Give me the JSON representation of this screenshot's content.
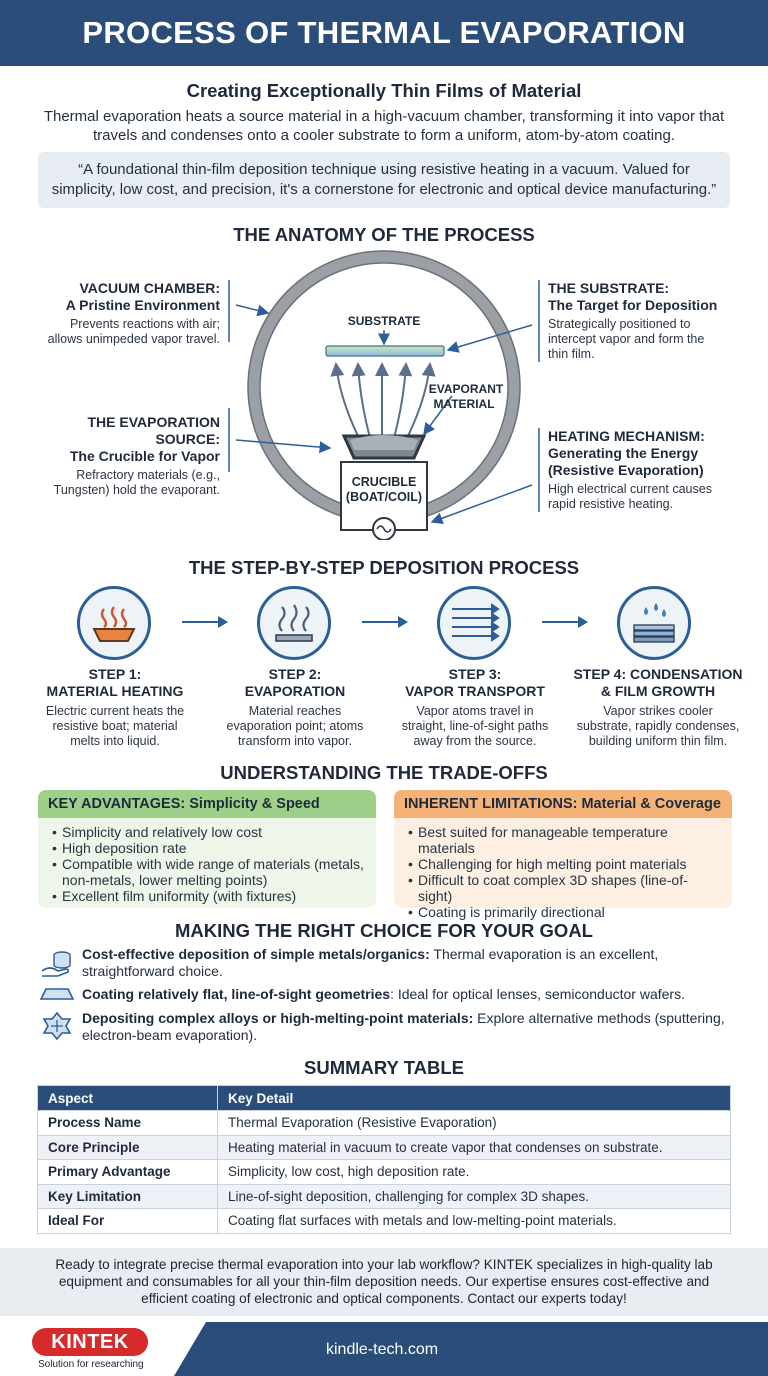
{
  "header": {
    "title": "PROCESS OF THERMAL EVAPORATION"
  },
  "intro": {
    "subtitle": "Creating Exceptionally Thin Films of Material",
    "body_line1": "Thermal evaporation heats a source material in a high-vacuum chamber, transforming it into vapor that",
    "body_line2": "travels and condenses onto a cooler substrate to form a uniform, atom-by-atom coating.",
    "quote_line1": "“A foundational thin-film deposition technique using resistive heating in a vacuum. Valued for",
    "quote_line2": "simplicity, low cost, and precision, it's a cornerstone for electronic and optical device manufacturing.”"
  },
  "anatomy": {
    "heading": "THE ANATOMY OF THE PROCESS",
    "vacuum": {
      "title1": "VACUUM CHAMBER:",
      "title2": "A Pristine Environment",
      "desc1": "Prevents reactions with air;",
      "desc2": "allows unimpeded vapor travel."
    },
    "source": {
      "title1": "THE EVAPORATION SOURCE:",
      "title2": "The Crucible for Vapor",
      "desc1": "Refractory materials (e.g.,",
      "desc2": "Tungsten) hold the evaporant."
    },
    "substrate": {
      "title1": "THE SUBSTRATE:",
      "title2": "The Target for Deposition",
      "desc1": "Strategically positioned to",
      "desc2": "intercept vapor and form the",
      "desc3": "thin film."
    },
    "heating": {
      "title1": "HEATING MECHANISM:",
      "title2": "Generating the Energy",
      "title3": "(Resistive Evaporation)",
      "desc1": "High electrical current causes",
      "desc2": "rapid resistive heating."
    },
    "diagram": {
      "substrate_label": "SUBSTRATE",
      "evaporant_label1": "EVAPORANT",
      "evaporant_label2": "MATERIAL",
      "crucible_label1": "CRUCIBLE",
      "crucible_label2": "(BOAT/COIL)"
    }
  },
  "steps": {
    "heading": "THE STEP-BY-STEP DEPOSITION PROCESS",
    "items": [
      {
        "title1": "STEP 1:",
        "title2": "MATERIAL HEATING",
        "desc1": "Electric current heats the",
        "desc2": "resistive boat; material",
        "desc3": "melts into liquid.",
        "icon": "heating-icon"
      },
      {
        "title1": "STEP 2:",
        "title2": "EVAPORATION",
        "desc1": "Material reaches",
        "desc2": "evaporation point; atoms",
        "desc3": "transform into vapor.",
        "icon": "evaporation-icon"
      },
      {
        "title1": "STEP 3:",
        "title2": "VAPOR TRANSPORT",
        "desc1": "Vapor atoms travel in",
        "desc2": "straight, line-of-sight paths",
        "desc3": "away from the source.",
        "icon": "vapor-transport-icon"
      },
      {
        "title1": "STEP 4: CONDENSATION",
        "title2": "& FILM GROWTH",
        "desc1": "Vapor strikes cooler",
        "desc2": "substrate, rapidly condenses,",
        "desc3": "building uniform thin film.",
        "icon": "condensation-icon"
      }
    ]
  },
  "tradeoffs": {
    "heading": "UNDERSTANDING THE TRADE-OFFS",
    "advantages": {
      "title": "KEY ADVANTAGES: Simplicity & Speed",
      "items": [
        "Simplicity and relatively low cost",
        "High deposition rate",
        "Compatible with wide range of materials (metals, non-metals, lower melting points)",
        "Excellent film uniformity (with fixtures)"
      ]
    },
    "limitations": {
      "title": "INHERENT LIMITATIONS: Material & Coverage",
      "items": [
        "Best suited for manageable temperature materials",
        "Challenging for high melting point materials",
        "Difficult to coat complex 3D shapes (line-of-sight)",
        "Coating is primarily directional"
      ]
    }
  },
  "choice": {
    "heading": "MAKING THE RIGHT CHOICE FOR YOUR GOAL",
    "items": [
      {
        "bold": "Cost-effective deposition of simple metals/organics:",
        "text": " Thermal evaporation is an excellent, straightforward choice.",
        "icon": "coins-hand-icon"
      },
      {
        "bold": "Coating relatively flat, line-of-sight geometries",
        "text": ": Ideal for optical lenses, semiconductor wafers.",
        "icon": "flat-wafer-icon"
      },
      {
        "bold": "Depositing complex alloys or high-melting-point materials:",
        "text": " Explore alternative methods (sputtering, electron-beam evaporation).",
        "icon": "complex-shape-icon"
      }
    ]
  },
  "summary": {
    "heading": "SUMMARY TABLE",
    "col1": "Aspect",
    "col2": "Key Detail",
    "rows": [
      {
        "aspect": "Process Name",
        "detail": "Thermal Evaporation (Resistive Evaporation)"
      },
      {
        "aspect": "Core Principle",
        "detail": "Heating material in vacuum to create vapor that condenses on substrate."
      },
      {
        "aspect": "Primary Advantage",
        "detail": "Simplicity, low cost, high deposition rate."
      },
      {
        "aspect": "Key Limitation",
        "detail": "Line-of-sight deposition, challenging for complex 3D shapes."
      },
      {
        "aspect": "Ideal For",
        "detail": "Coating flat surfaces with metals and low-melting-point materials."
      }
    ]
  },
  "cta": {
    "line1": "Ready to integrate precise thermal evaporation into your lab workflow? KINTEK specializes in high-quality lab",
    "line2": "equipment and consumables for all your thin-film deposition needs. Our expertise ensures cost-effective and",
    "line3": "efficient coating of electronic and optical components. Contact our experts today!"
  },
  "footer": {
    "brand": "KINTEK",
    "tagline": "Solution for researching",
    "url": "kindle-tech.com"
  },
  "colors": {
    "navy": "#2b4d79",
    "green_header": "#9fd08a",
    "green_body": "#edf6e8",
    "orange_header": "#f5b276",
    "orange_body": "#fdf0e3",
    "brand_red": "#d62b2b"
  }
}
